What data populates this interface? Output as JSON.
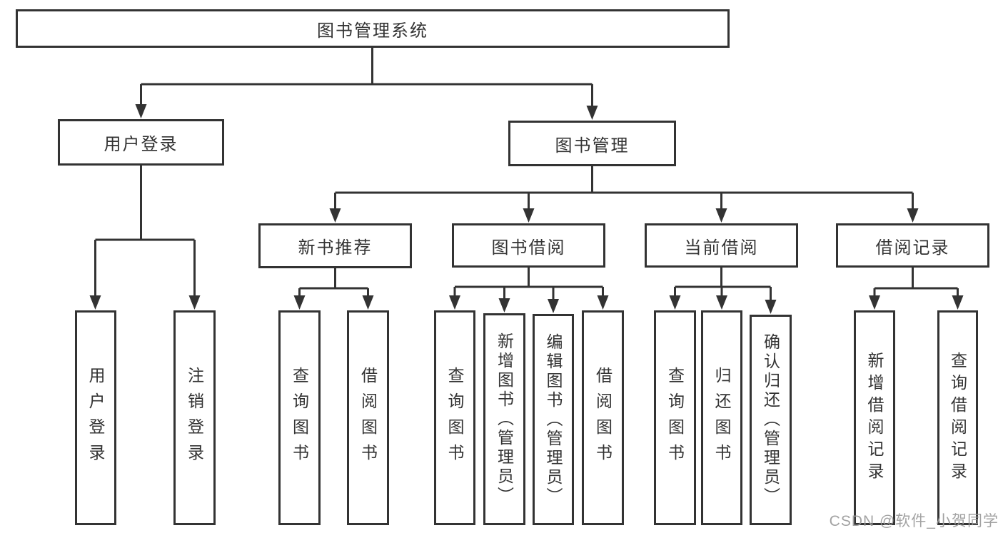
{
  "colors": {
    "line": "#333333",
    "text": "#333333",
    "watermark": "#9b9b9b",
    "background": "#ffffff"
  },
  "diagram": {
    "type": "hierarchy-tree",
    "root": {
      "label": "图书管理系统",
      "children": [
        {
          "label": "用户登录",
          "children": [
            {
              "label": "用户登录"
            },
            {
              "label": "注销登录"
            }
          ]
        },
        {
          "label": "图书管理",
          "children": [
            {
              "label": "新书推荐",
              "children": [
                {
                  "label": "查询图书"
                },
                {
                  "label": "借阅图书"
                }
              ]
            },
            {
              "label": "图书借阅",
              "children": [
                {
                  "label": "查询图书"
                },
                {
                  "label": "新增图书（管理员）"
                },
                {
                  "label": "编辑图书（管理员）"
                },
                {
                  "label": "借阅图书"
                }
              ]
            },
            {
              "label": "当前借阅",
              "children": [
                {
                  "label": "查询图书"
                },
                {
                  "label": "归还图书"
                },
                {
                  "label": "确认归还（管理员）"
                }
              ]
            },
            {
              "label": "借阅记录",
              "children": [
                {
                  "label": "新增借阅记录"
                },
                {
                  "label": "查询借阅记录"
                }
              ]
            }
          ]
        }
      ]
    }
  },
  "watermark": "CSDN @软件_小贺同学"
}
